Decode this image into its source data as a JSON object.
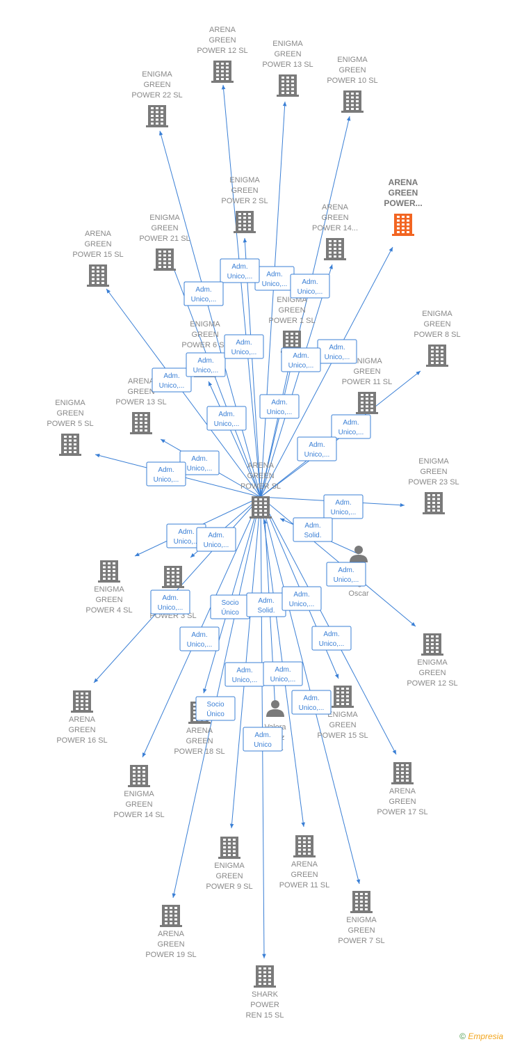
{
  "colors": {
    "edge": "#3a7fd5",
    "node": "#7a7a7a",
    "highlight": "#f26522",
    "label": "#888888"
  },
  "footer": {
    "copyright": "©",
    "brand": "Empresia"
  },
  "center": "n_center",
  "nodes": [
    {
      "id": "n_center",
      "type": "company",
      "lines": [
        "ARENA",
        "GREEN",
        "POWER  SL"
      ]
    },
    {
      "id": "n_arena12",
      "type": "company",
      "lines": [
        "ARENA",
        "GREEN",
        "POWER 12  SL"
      ]
    },
    {
      "id": "n_enigma13",
      "type": "company",
      "lines": [
        "ENIGMA",
        "GREEN",
        "POWER 13  SL"
      ]
    },
    {
      "id": "n_enigma10",
      "type": "company",
      "lines": [
        "ENIGMA",
        "GREEN",
        "POWER 10  SL"
      ]
    },
    {
      "id": "n_enigma22",
      "type": "company",
      "lines": [
        "ENIGMA",
        "GREEN",
        "POWER 22  SL"
      ]
    },
    {
      "id": "n_enigma2",
      "type": "company",
      "lines": [
        "ENIGMA",
        "GREEN",
        "POWER 2  SL"
      ]
    },
    {
      "id": "n_arenahl",
      "type": "company",
      "highlight": true,
      "lines": [
        "ARENA",
        "GREEN",
        "POWER..."
      ]
    },
    {
      "id": "n_enigma21",
      "type": "company",
      "lines": [
        "ENIGMA",
        "GREEN",
        "POWER 21  SL"
      ]
    },
    {
      "id": "n_arena14",
      "type": "company",
      "lines": [
        "ARENA",
        "GREEN",
        "POWER 14..."
      ]
    },
    {
      "id": "n_arena15",
      "type": "company",
      "lines": [
        "ARENA",
        "GREEN",
        "POWER 15  SL"
      ]
    },
    {
      "id": "n_enigma1",
      "type": "company",
      "lines": [
        "ENIGMA",
        "GREEN",
        "POWER 1  SL"
      ]
    },
    {
      "id": "n_enigma8",
      "type": "company",
      "lines": [
        "ENIGMA",
        "GREEN",
        "POWER 8  SL"
      ]
    },
    {
      "id": "n_enigma6",
      "type": "company",
      "lines": [
        "ENIGMA",
        "GREEN",
        "POWER 6  SL"
      ]
    },
    {
      "id": "n_enigma11",
      "type": "company",
      "lines": [
        "ENIGMA",
        "GREEN",
        "POWER 11  SL"
      ]
    },
    {
      "id": "n_arena13",
      "type": "company",
      "lines": [
        "ARENA",
        "GREEN",
        "POWER 13  SL"
      ]
    },
    {
      "id": "n_enigma5",
      "type": "company",
      "lines": [
        "ENIGMA",
        "GREEN",
        "POWER 5  SL"
      ]
    },
    {
      "id": "n_enigma23",
      "type": "company",
      "lines": [
        "ENIGMA",
        "GREEN",
        "POWER 23  SL"
      ]
    },
    {
      "id": "n_person1",
      "type": "person",
      "lines": [
        "...es",
        "...go",
        "Oscar"
      ]
    },
    {
      "id": "n_enigma4",
      "type": "company",
      "lines": [
        "ENIGMA",
        "GREEN",
        "POWER 4  SL"
      ]
    },
    {
      "id": "n_enigma3",
      "type": "company",
      "lines": [
        "...",
        "...",
        "POWER 3  SL"
      ]
    },
    {
      "id": "n_enigma12",
      "type": "company",
      "lines": [
        "ENIGMA",
        "GREEN",
        "POWER 12  SL"
      ]
    },
    {
      "id": "n_arena16",
      "type": "company",
      "lines": [
        "ARENA",
        "GREEN",
        "POWER 16  SL"
      ]
    },
    {
      "id": "n_arena18",
      "type": "company",
      "lines": [
        "ARENA",
        "GREEN",
        "POWER 18  SL"
      ]
    },
    {
      "id": "n_person2",
      "type": "person",
      "lines": [
        "Valera",
        "...nez",
        "...o..."
      ]
    },
    {
      "id": "n_enigma15",
      "type": "company",
      "lines": [
        "ENIGMA",
        "GREEN",
        "POWER 15  SL"
      ]
    },
    {
      "id": "n_enigma14",
      "type": "company",
      "lines": [
        "ENIGMA",
        "GREEN",
        "POWER 14  SL"
      ]
    },
    {
      "id": "n_arena17",
      "type": "company",
      "lines": [
        "ARENA",
        "GREEN",
        "POWER 17  SL"
      ]
    },
    {
      "id": "n_enigma9",
      "type": "company",
      "lines": [
        "ENIGMA",
        "GREEN",
        "POWER 9  SL"
      ]
    },
    {
      "id": "n_arena11",
      "type": "company",
      "lines": [
        "ARENA",
        "GREEN",
        "POWER 11  SL"
      ]
    },
    {
      "id": "n_enigma7",
      "type": "company",
      "lines": [
        "ENIGMA",
        "GREEN",
        "POWER 7  SL"
      ]
    },
    {
      "id": "n_arena19",
      "type": "company",
      "lines": [
        "ARENA",
        "GREEN",
        "POWER 19  SL"
      ]
    },
    {
      "id": "n_shark15",
      "type": "company",
      "lines": [
        "SHARK",
        "POWER",
        "REN 15  SL"
      ]
    }
  ],
  "edges": [
    {
      "from": "n_center",
      "to": "n_arena12",
      "label": [
        "Adm.",
        "Unico,..."
      ]
    },
    {
      "from": "n_center",
      "to": "n_enigma13",
      "label": [
        "Adm.",
        "Unico,..."
      ]
    },
    {
      "from": "n_center",
      "to": "n_enigma10",
      "label": [
        "Adm.",
        "Unico,..."
      ]
    },
    {
      "from": "n_center",
      "to": "n_enigma22",
      "label": [
        "Adm.",
        "Unico,..."
      ]
    },
    {
      "from": "n_center",
      "to": "n_enigma2",
      "label": [
        "Adm.",
        "Unico,..."
      ]
    },
    {
      "from": "n_center",
      "to": "n_arenahl",
      "label": [
        "Adm.",
        "Unico,..."
      ]
    },
    {
      "from": "n_center",
      "to": "n_enigma21",
      "label": [
        "Adm.",
        "Unico,..."
      ]
    },
    {
      "from": "n_center",
      "to": "n_arena14",
      "label": [
        "Adm.",
        "Unico,..."
      ]
    },
    {
      "from": "n_center",
      "to": "n_arena15",
      "label": [
        "Adm.",
        "Unico,..."
      ]
    },
    {
      "from": "n_center",
      "to": "n_enigma1",
      "label": [
        "Adm.",
        "Unico,..."
      ]
    },
    {
      "from": "n_center",
      "to": "n_enigma8",
      "label": [
        "Adm.",
        "Unico,..."
      ]
    },
    {
      "from": "n_center",
      "to": "n_enigma6",
      "label": [
        "Adm.",
        "Unico,..."
      ]
    },
    {
      "from": "n_center",
      "to": "n_enigma11",
      "label": [
        "Adm.",
        "Unico,..."
      ]
    },
    {
      "from": "n_center",
      "to": "n_arena13",
      "label": [
        "Adm.",
        "Unico,..."
      ]
    },
    {
      "from": "n_center",
      "to": "n_enigma5",
      "label": [
        "Adm.",
        "Unico,..."
      ]
    },
    {
      "from": "n_center",
      "to": "n_enigma23",
      "label": [
        "Adm.",
        "Unico,..."
      ]
    },
    {
      "from": "n_person1",
      "to": "n_center",
      "label": [
        "Adm.",
        "Solid."
      ]
    },
    {
      "from": "n_center",
      "to": "n_enigma4",
      "label": [
        "Adm.",
        "Unico,..."
      ]
    },
    {
      "from": "n_center",
      "to": "n_enigma3",
      "label": [
        "Adm.",
        "Unico,..."
      ]
    },
    {
      "from": "n_center",
      "to": "n_enigma12",
      "label": [
        "Adm.",
        "Unico,..."
      ]
    },
    {
      "from": "n_center",
      "to": "n_arena16",
      "label": [
        "Adm.",
        "Unico,..."
      ]
    },
    {
      "from": "n_center",
      "to": "n_arena18",
      "label": [
        "Socio",
        "Único"
      ]
    },
    {
      "from": "n_person2",
      "to": "n_center",
      "label": [
        "Adm.",
        "Solid."
      ]
    },
    {
      "from": "n_center",
      "to": "n_enigma15",
      "label": [
        "Adm.",
        "Unico,..."
      ]
    },
    {
      "from": "n_center",
      "to": "n_enigma14",
      "label": [
        "Adm.",
        "Unico,..."
      ]
    },
    {
      "from": "n_center",
      "to": "n_arena17",
      "label": [
        "Adm.",
        "Unico,..."
      ]
    },
    {
      "from": "n_center",
      "to": "n_enigma9",
      "label": [
        "Adm.",
        "Unico,..."
      ]
    },
    {
      "from": "n_center",
      "to": "n_arena11",
      "label": [
        "Adm.",
        "Unico,..."
      ]
    },
    {
      "from": "n_center",
      "to": "n_enigma7",
      "label": [
        "Adm.",
        "Unico,..."
      ]
    },
    {
      "from": "n_center",
      "to": "n_arena19",
      "label": [
        "Socio",
        "Único"
      ]
    },
    {
      "from": "n_center",
      "to": "n_shark15",
      "label": [
        "Adm.",
        "Unico"
      ]
    }
  ]
}
